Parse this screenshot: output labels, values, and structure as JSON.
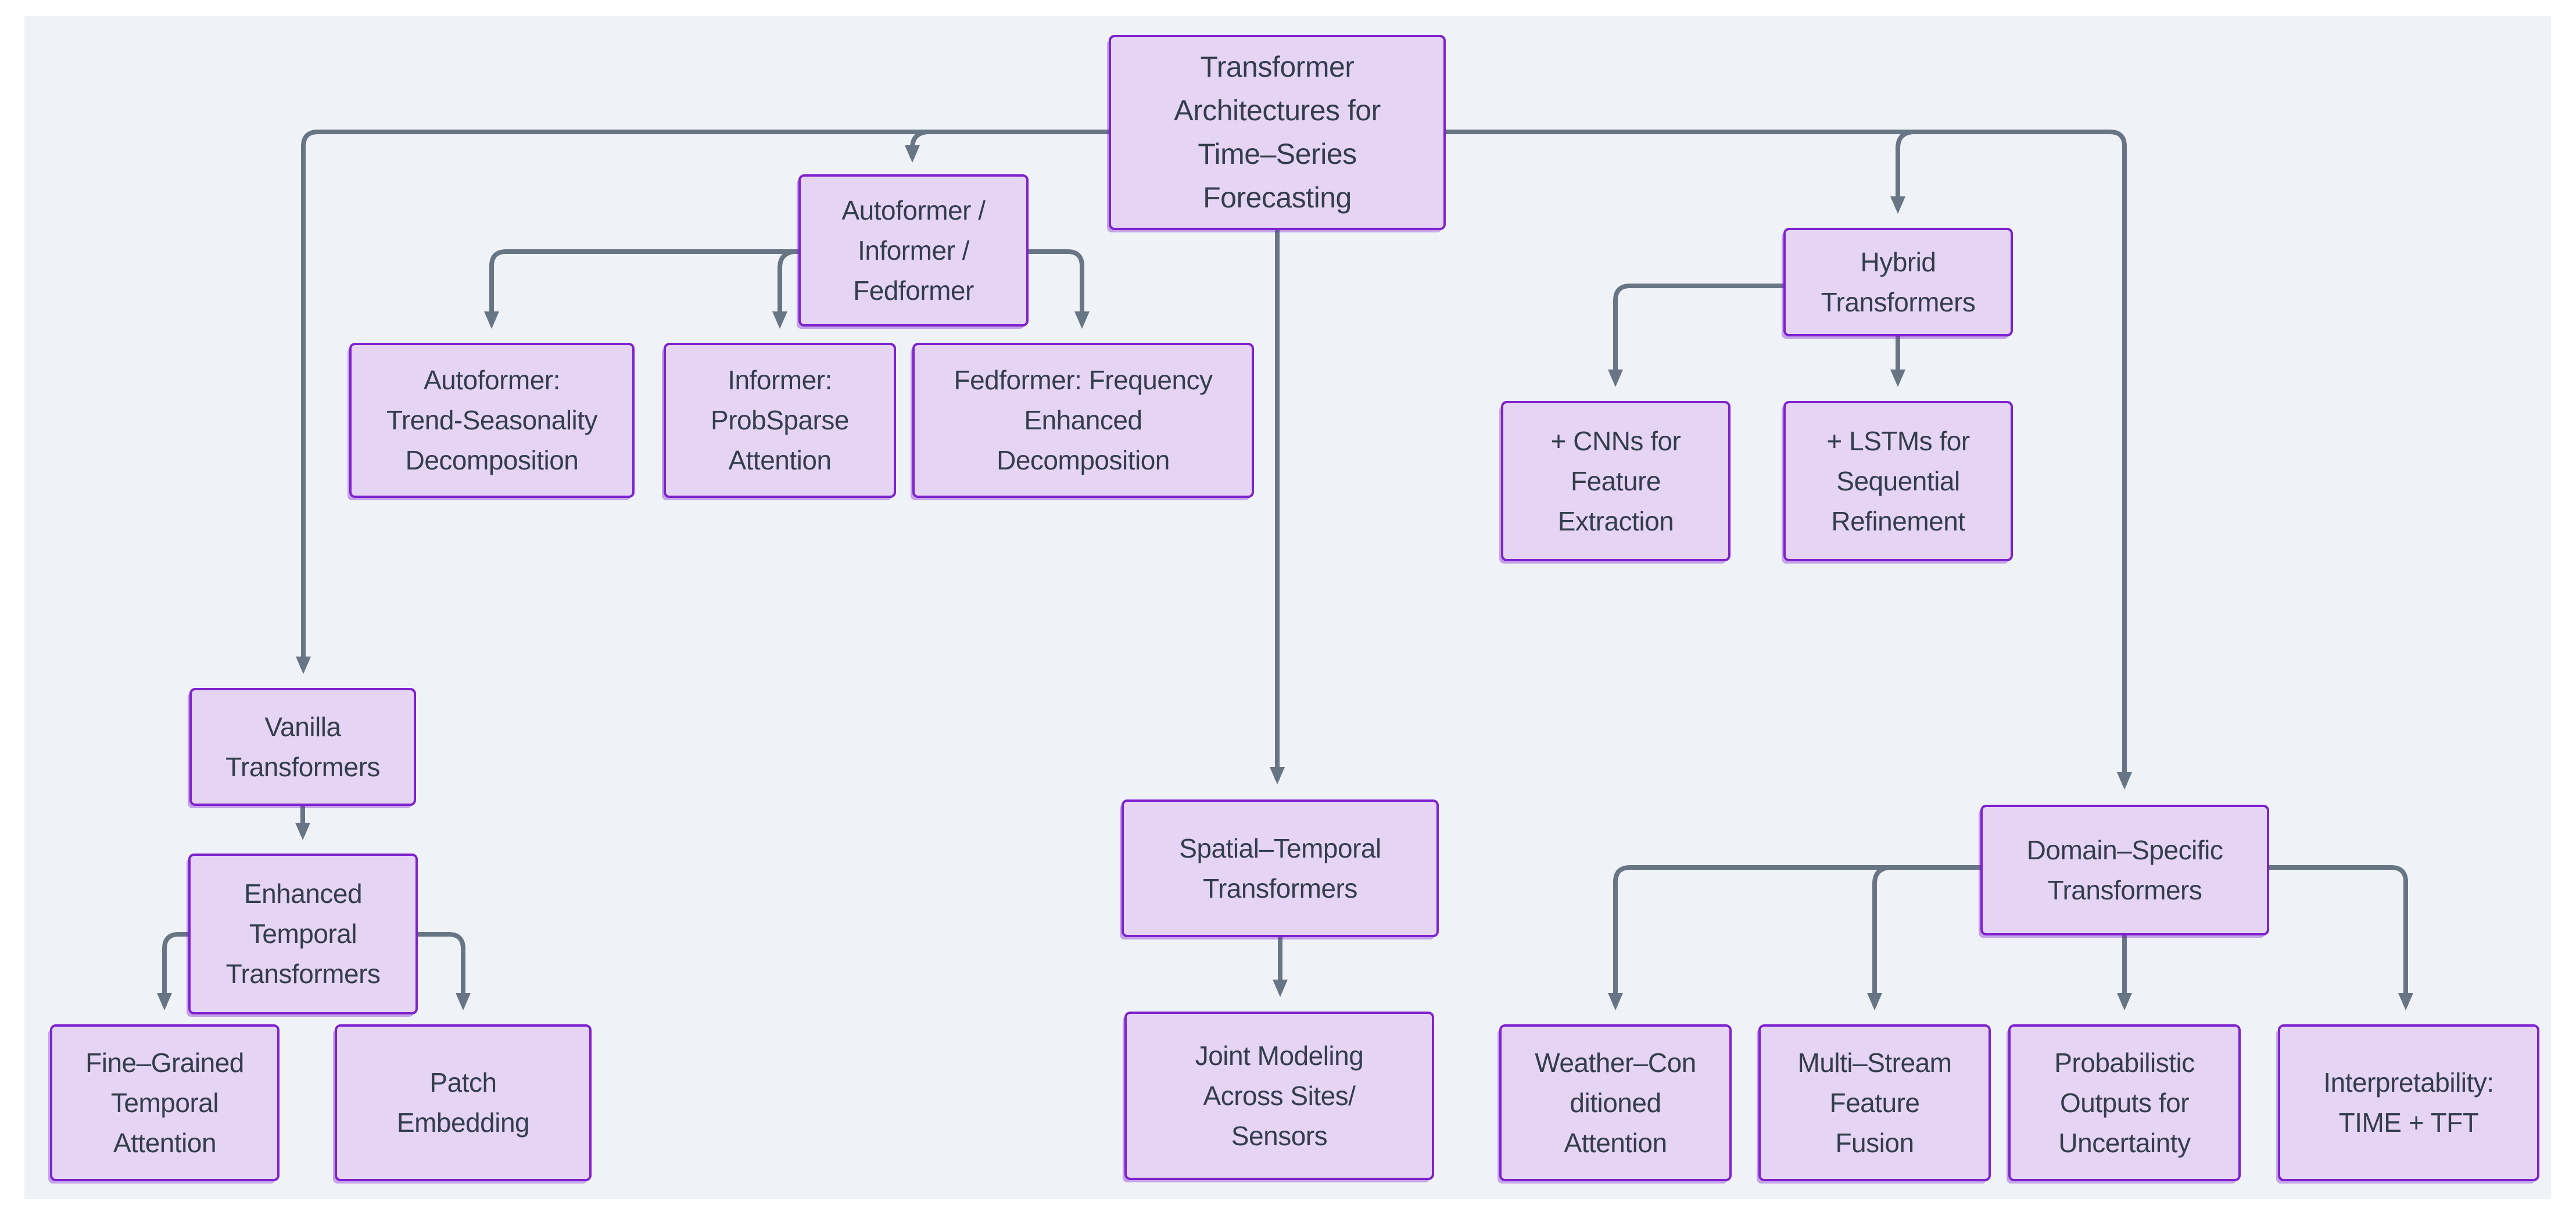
{
  "diagram": {
    "type": "flowchart",
    "colors": {
      "panel_background": "#eff3f7",
      "node_fill": "#e6d4f4",
      "node_border": "#7e22ce",
      "edge_color": "#677584",
      "text_color": "#333d4d"
    },
    "nodes": {
      "root": {
        "label": "Transformer\nArchitectures for\nTime–Series\nForecasting"
      },
      "autoformer_group": {
        "label": "Autoformer /\nInformer /\nFedformer"
      },
      "autoformer_child": {
        "label": "Autoformer:\nTrend-Seasonality\nDecomposition"
      },
      "informer_child": {
        "label": "Informer:\nProbSparse\nAttention"
      },
      "fedformer_child": {
        "label": "Fedformer: Frequency\nEnhanced\nDecomposition"
      },
      "hybrid": {
        "label": "Hybrid\nTransformers"
      },
      "cnns": {
        "label": "+ CNNs for\nFeature\nExtraction"
      },
      "lstms": {
        "label": "+ LSTMs for\nSequential\nRefinement"
      },
      "vanilla": {
        "label": "Vanilla\nTransformers"
      },
      "enhanced": {
        "label": "Enhanced\nTemporal\nTransformers"
      },
      "fine_grained": {
        "label": "Fine–Grained\nTemporal\nAttention"
      },
      "patch": {
        "label": "Patch\nEmbedding"
      },
      "spatial": {
        "label": "Spatial–Temporal\nTransformers"
      },
      "joint": {
        "label": "Joint Modeling\nAcross Sites/\nSensors"
      },
      "domain": {
        "label": "Domain–Specific\nTransformers"
      },
      "weather": {
        "label": "Weather–Con\nditioned\nAttention"
      },
      "multi_stream": {
        "label": "Multi–Stream\nFeature\nFusion"
      },
      "probabilistic": {
        "label": "Probabilistic\nOutputs for\nUncertainty"
      },
      "interpretability": {
        "label": "Interpretability:\nTIME + TFT"
      }
    },
    "edges": [
      {
        "from": "root",
        "to": "vanilla"
      },
      {
        "from": "root",
        "to": "autoformer_group"
      },
      {
        "from": "root",
        "to": "spatial"
      },
      {
        "from": "root",
        "to": "hybrid"
      },
      {
        "from": "root",
        "to": "domain"
      },
      {
        "from": "autoformer_group",
        "to": "autoformer_child"
      },
      {
        "from": "autoformer_group",
        "to": "informer_child"
      },
      {
        "from": "autoformer_group",
        "to": "fedformer_child"
      },
      {
        "from": "hybrid",
        "to": "cnns"
      },
      {
        "from": "hybrid",
        "to": "lstms"
      },
      {
        "from": "vanilla",
        "to": "enhanced"
      },
      {
        "from": "enhanced",
        "to": "fine_grained"
      },
      {
        "from": "enhanced",
        "to": "patch"
      },
      {
        "from": "spatial",
        "to": "joint"
      },
      {
        "from": "domain",
        "to": "weather"
      },
      {
        "from": "domain",
        "to": "multi_stream"
      },
      {
        "from": "domain",
        "to": "probabilistic"
      },
      {
        "from": "domain",
        "to": "interpretability"
      }
    ]
  }
}
